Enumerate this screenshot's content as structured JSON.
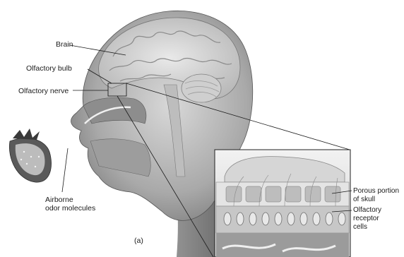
{
  "labels": {
    "brain": "Brain",
    "olfactory_bulb": "Olfactory bulb",
    "olfactory_nerve": "Olfactory nerve",
    "airborne_line1": "Airborne",
    "airborne_line2": "odor molecules",
    "porous_line1": "Porous portion",
    "porous_line2": "of skull",
    "receptor_line1": "Olfactory",
    "receptor_line2": "receptor",
    "receptor_line3": "cells",
    "panel": "(a)"
  },
  "icons": [
    "head-cross-section",
    "strawberry-icon",
    "magnified-inset"
  ]
}
